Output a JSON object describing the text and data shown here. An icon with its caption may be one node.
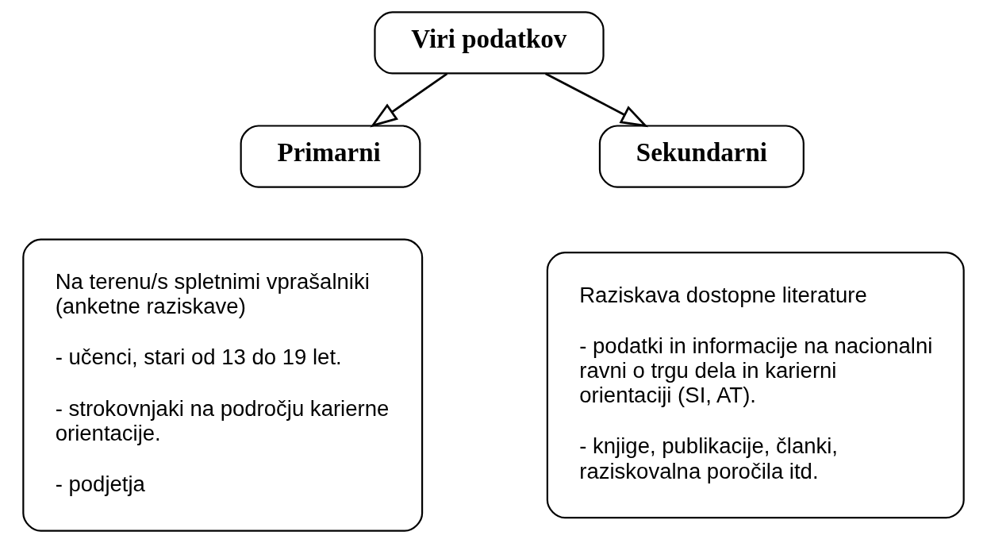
{
  "diagram": {
    "nodes": [
      {
        "text": [
          "Viri podatkov"
        ]
      },
      {
        "text": [
          "Primarni"
        ]
      },
      {
        "text": [
          "Sekundarni"
        ]
      },
      {
        "text": [
          "Na terenu/s spletnimi vprašalniki (anketne raziskave)",
          "- učenci, stari od 13 do 19 let.",
          "- strokovnjaki na področju karierne orientacije.",
          "- podjetja"
        ]
      },
      {
        "text": [
          "Raziskava dostopne literature",
          "- podatki in informacije na nacionalni ravni o trgu dela in karierni orientaciji (SI, AT).",
          "- knjige, publikacije, članki, raziskovalna poročila itd."
        ]
      }
    ],
    "edges": [
      {
        "from": 0,
        "to": 1,
        "arrow": "to"
      },
      {
        "from": 0,
        "to": 2,
        "arrow": "to"
      }
    ]
  }
}
